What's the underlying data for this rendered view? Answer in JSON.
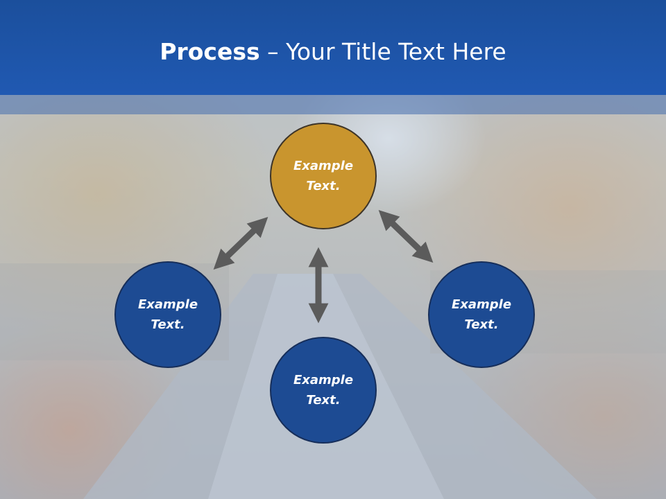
{
  "slide": {
    "title": {
      "bold": "Process",
      "rest": " – Your Title Text Here"
    },
    "nodes": {
      "top": "Example\nText.",
      "left": "Example\nText.",
      "right": "Example\nText.",
      "bottom": "Example\nText."
    },
    "colors": {
      "header": "#2059b2",
      "node_primary": "#c9952e",
      "node_secondary": "#1d4b93",
      "arrow": "#5b5b5b"
    }
  }
}
